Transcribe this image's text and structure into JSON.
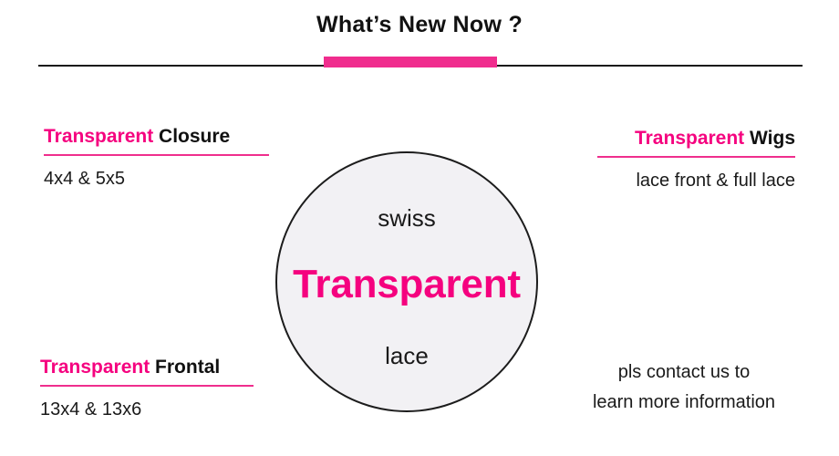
{
  "header": {
    "title": "What’s New Now ?",
    "accent_color": "#f02d8e",
    "rule_color": "#1a1a1a"
  },
  "theme": {
    "pink": "#f5027f",
    "pink_bar": "#f02d8e",
    "pink_rule": "#ef2e8d",
    "text": "#1a1a1a",
    "circle_fill": "#f2f1f4",
    "circle_stroke": "#1c1c1c",
    "background": "#ffffff"
  },
  "quadrants": {
    "top_left": {
      "heading_highlight": "Transparent",
      "heading_rest": " Closure",
      "subtitle": "4x4 & 5x5"
    },
    "bottom_left": {
      "heading_highlight": "Transparent",
      "heading_rest": " Frontal",
      "subtitle": "13x4 & 13x6"
    },
    "top_right": {
      "heading_highlight": "Transparent",
      "heading_rest": " Wigs",
      "subtitle": "lace front & full lace"
    },
    "bottom_right": {
      "line1": "pls contact us to",
      "line2": "learn more information"
    }
  },
  "circle": {
    "label_top": "swiss",
    "label_main": "Transparent",
    "label_bottom": "lace"
  }
}
